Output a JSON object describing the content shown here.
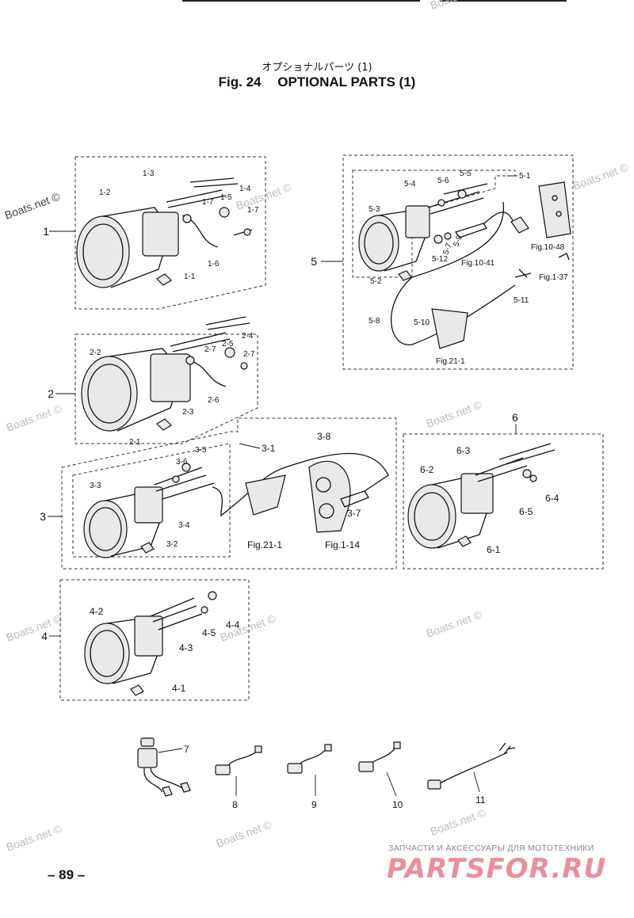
{
  "header": {
    "title_jp": "オプショナルパーツ (1)",
    "fig_label": "Fig. 24",
    "fig_title": "OPTIONAL PARTS (1)"
  },
  "footer": {
    "page_number": "– 89 –",
    "ad_tagline": "ЗАПЧАСТИ И АКСЕССУАРЫ ДЛЯ МОТОТЕХНИКИ",
    "ad_brand": "PARTSFOR.RU"
  },
  "watermark": "Boats.net ©",
  "groups": {
    "g1": {
      "num": "1",
      "parts": [
        "1-1",
        "1-2",
        "1-3",
        "1-4",
        "1-5",
        "1-6",
        "1-7",
        "1-7"
      ]
    },
    "g2": {
      "num": "2",
      "parts": [
        "2-1",
        "2-2",
        "2-3",
        "2-4",
        "2-5",
        "2-6",
        "2-7",
        "2-7"
      ]
    },
    "g3": {
      "num": "3",
      "parts": [
        "3-1",
        "3-2",
        "3-3",
        "3-4",
        "3-5",
        "3-6",
        "3-7",
        "3-8"
      ],
      "refs": [
        "Fig.21-1",
        "Fig.1-14"
      ]
    },
    "g4": {
      "num": "4",
      "parts": [
        "4-1",
        "4-2",
        "4-3",
        "4-4",
        "4-5"
      ]
    },
    "g5": {
      "num": "5",
      "parts": [
        "5-1",
        "5-2",
        "5-3",
        "5-4",
        "5-5",
        "5-6",
        "5-7",
        "5-8",
        "5-9",
        "5-10",
        "5-11",
        "5-12"
      ],
      "refs": [
        "Fig.10-41",
        "Fig.10-48",
        "Fig.1-37",
        "Fig.21-1"
      ]
    },
    "g6": {
      "num": "6",
      "parts": [
        "6-1",
        "6-2",
        "6-3",
        "6-4",
        "6-5"
      ]
    },
    "singles": [
      "7",
      "8",
      "9",
      "10",
      "11"
    ]
  }
}
